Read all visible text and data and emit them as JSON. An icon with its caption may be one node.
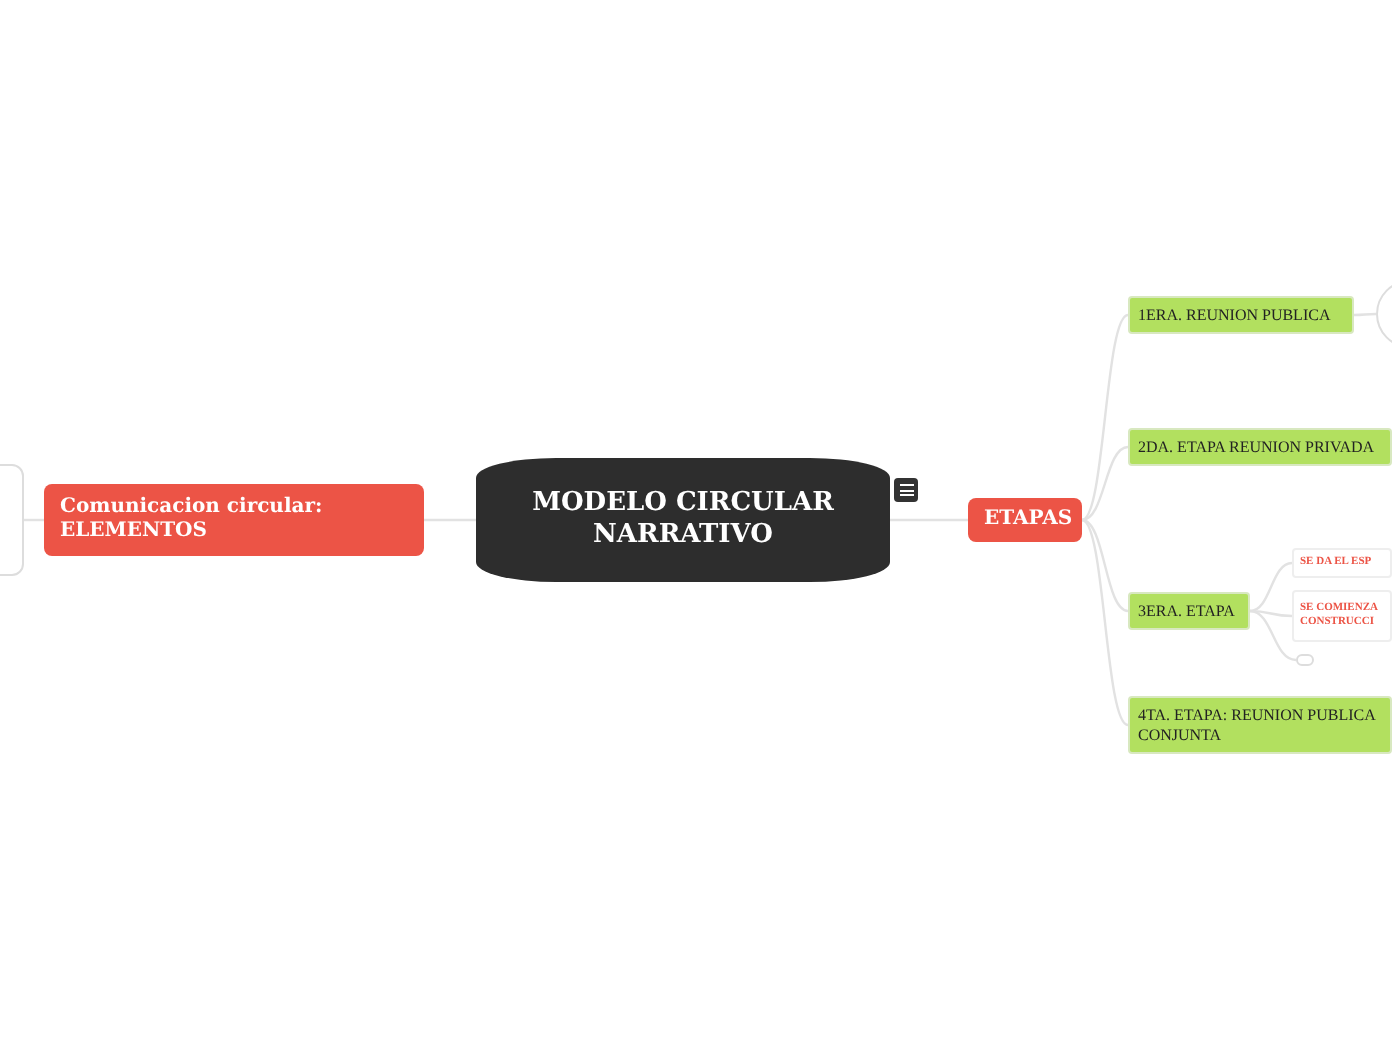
{
  "diagram": {
    "nodes": [
      {
        "text": [
          "MODELO CIRCULAR NARRATIVO"
        ]
      },
      {
        "text": [
          "Comunicacion circular: ELEMENTOS"
        ]
      },
      {
        "text": [],
        "shape": "box"
      },
      {
        "text": [
          "ETAPAS"
        ]
      },
      {
        "text": [
          "1ERA. REUNION PUBLICA"
        ]
      },
      {
        "text": [],
        "shape": "circle"
      },
      {
        "text": [
          "2DA. ETAPA REUNION PRIVADA"
        ]
      },
      {
        "text": [
          "3ERA. ETAPA"
        ]
      },
      {
        "text": [
          "SE DA EL ESP"
        ]
      },
      {
        "text": [
          "SE COMIENZA CONSTRUCCI"
        ]
      },
      {
        "text": [],
        "shape": "box"
      },
      {
        "text": [
          "4TA. ETAPA: REUNION PUBLICA CONJUNTA"
        ]
      }
    ],
    "edges": [
      {
        "from": 0,
        "to": 1,
        "arrow": "none"
      },
      {
        "from": 1,
        "to": 2,
        "arrow": "none"
      },
      {
        "from": 0,
        "to": 3,
        "arrow": "none"
      },
      {
        "from": 3,
        "to": 4,
        "arrow": "none"
      },
      {
        "from": 3,
        "to": 6,
        "arrow": "none"
      },
      {
        "from": 3,
        "to": 7,
        "arrow": "none"
      },
      {
        "from": 3,
        "to": 11,
        "arrow": "none"
      },
      {
        "from": 4,
        "to": 5,
        "arrow": "none"
      },
      {
        "from": 7,
        "to": 8,
        "arrow": "none"
      },
      {
        "from": 7,
        "to": 9,
        "arrow": "none"
      },
      {
        "from": 7,
        "to": 10,
        "arrow": "none"
      }
    ]
  }
}
